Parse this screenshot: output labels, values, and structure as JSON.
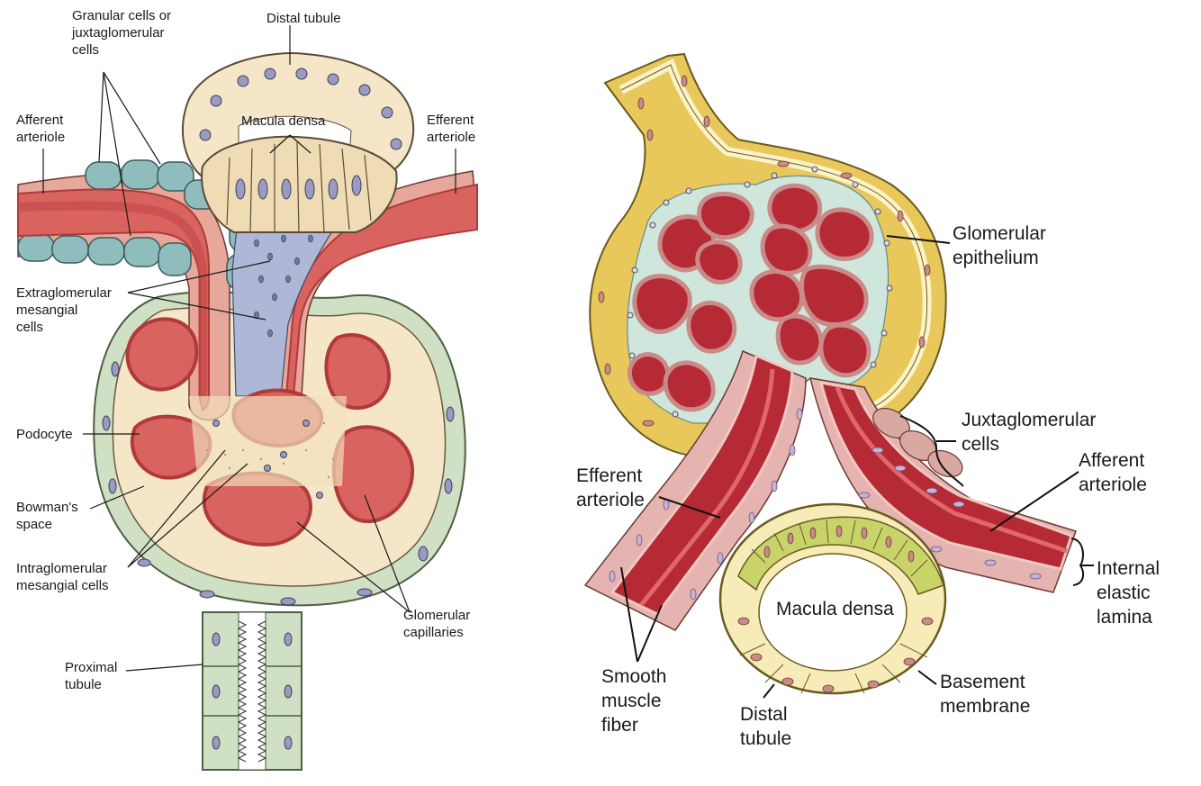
{
  "left_panel": {
    "labels": {
      "distal_tubule": "Distal tubule",
      "granular_l1": "Granular cells or",
      "granular_l2": "juxtaglomerular",
      "granular_l3": "cells",
      "afferent_l1": "Afferent",
      "afferent_l2": "arteriole",
      "efferent_l1": "Efferent",
      "efferent_l2": "arteriole",
      "macula_densa": "Macula densa",
      "extraglom_l1": "Extraglomerular",
      "extraglom_l2": "mesangial",
      "extraglom_l3": "cells",
      "podocyte": "Podocyte",
      "bowmans_l1": "Bowman's",
      "bowmans_l2": "space",
      "intraglom_l1": "Intraglomerular",
      "intraglom_l2": "mesangial cells",
      "glom_cap_l1": "Glomerular",
      "glom_cap_l2": "capillaries",
      "proximal_l1": "Proximal",
      "proximal_l2": "tubule"
    }
  },
  "right_panel": {
    "labels": {
      "glom_epi_l1": "Glomerular",
      "glom_epi_l2": "epithelium",
      "jg_l1": "Juxtaglomerular",
      "jg_l2": "cells",
      "efferent_l1": "Efferent",
      "efferent_l2": "arteriole",
      "afferent_l1": "Afferent",
      "afferent_l2": "arteriole",
      "iel_l1": "Internal",
      "iel_l2": "elastic",
      "iel_l3": "lamina",
      "macula_densa": "Macula densa",
      "smooth_l1": "Smooth",
      "smooth_l2": "muscle",
      "smooth_l3": "fiber",
      "distal_l1": "Distal",
      "distal_l2": "tubule",
      "basement_l1": "Basement",
      "basement_l2": "membrane"
    }
  },
  "colors": {
    "blood": "#d9635e",
    "blood_dark": "#b03a3a",
    "vessel_wall": "#e7a79a",
    "granular_cell": "#8fbcbc",
    "macula_cell": "#f0dcb4",
    "bowman_capsule": "#cfe0c4",
    "bowman_space": "#f5e6c8",
    "mesangial": "#aeb8d6",
    "nucleus": "#9b9bc2",
    "capsule_yellow": "#e8c85a",
    "macula_green": "#c8d46a",
    "deep_red": "#b52a35"
  }
}
